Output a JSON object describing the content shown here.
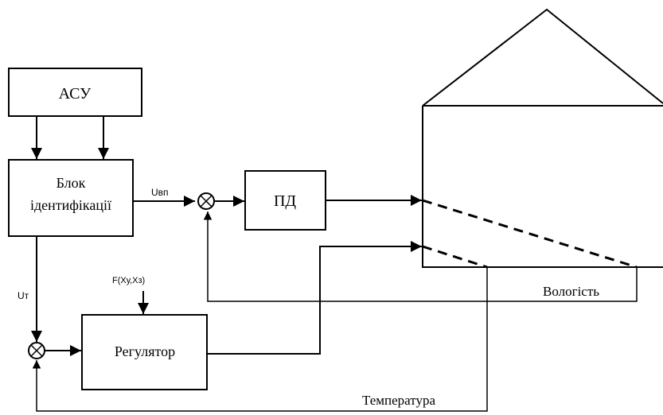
{
  "blocks": {
    "acu": "АСУ",
    "identification_line1": "Блок",
    "identification_line2": "ідентифікації",
    "pd": "ПД",
    "regulator": "Регулятор"
  },
  "signals": {
    "u_vp": "Uвп",
    "u_t": "Uт",
    "setpoint": "F(Xу,Xз)",
    "humidity": "Вологість",
    "temperature": "Температура"
  }
}
